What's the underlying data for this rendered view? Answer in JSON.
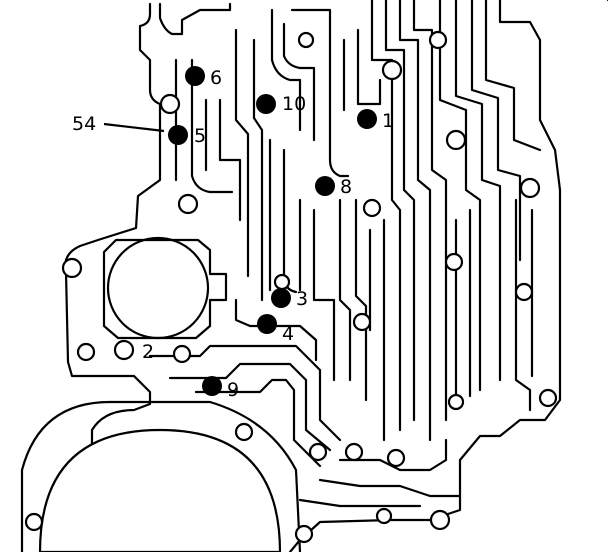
{
  "diagram": {
    "callout_label": "54",
    "balls": [
      {
        "label": "6",
        "filled": true
      },
      {
        "label": "10",
        "filled": true
      },
      {
        "label": "1",
        "filled": true
      },
      {
        "label": "5",
        "filled": true
      },
      {
        "label": "8",
        "filled": true
      },
      {
        "label": "3",
        "filled": true
      },
      {
        "label": "4",
        "filled": true
      },
      {
        "label": "2",
        "filled": false
      },
      {
        "label": "9",
        "filled": true
      }
    ]
  }
}
